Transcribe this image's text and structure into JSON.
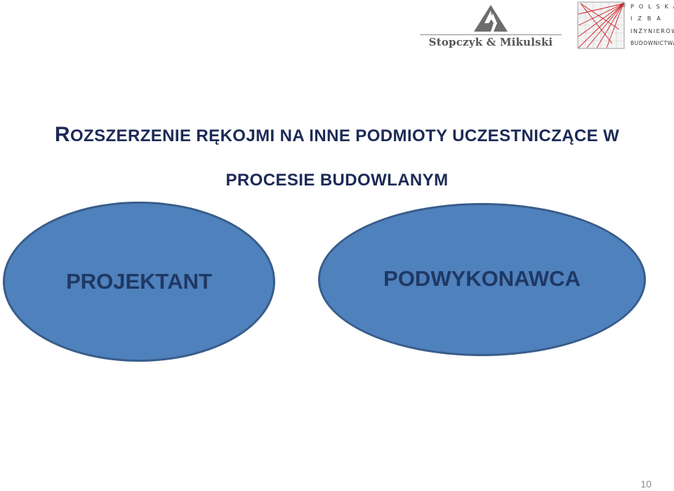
{
  "logos": {
    "stopczyk": {
      "wordmark": "Stopczyk & Mikulski",
      "icon": "mountain-emblem-icon"
    },
    "piib": {
      "line1": "POLSKA",
      "line2": "IZBA",
      "line3": "INŻYNIERÓW",
      "line4": "BUDOWNICTWA",
      "registered": "®",
      "icon": "piib-square-lines-icon",
      "accent": "#d21f26"
    }
  },
  "title": {
    "first_letter": "R",
    "line1_rest": "OZSZERZENIE RĘKOJMI NA INNE PODMIOTY UCZESTNICZĄCE W",
    "line2": "PROCESIE BUDOWLANYM",
    "color": "#1c2a57"
  },
  "ellipses": [
    {
      "label": "PROJEKTANT"
    },
    {
      "label": "PODWYKONAWCA"
    }
  ],
  "colors": {
    "ellipse_fill": "#4f81bd",
    "ellipse_border": "#385d8a",
    "ellipse_text": "#1f3864"
  },
  "page_number": "10"
}
